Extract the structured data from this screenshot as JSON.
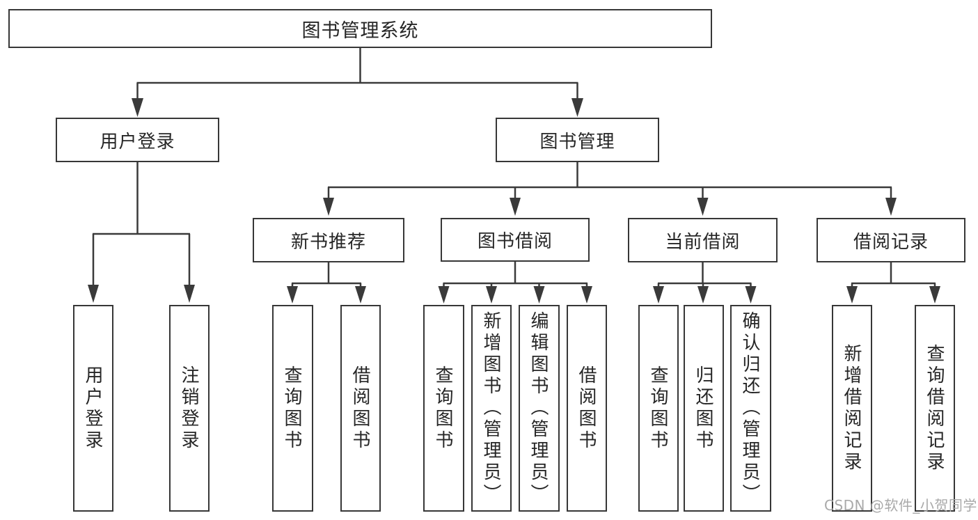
{
  "diagram_type": "hierarchy-tree",
  "tree": {
    "label": "图书管理系统",
    "children": [
      {
        "label": "用户登录",
        "children": [
          {
            "label": "用户登录"
          },
          {
            "label": "注销登录"
          }
        ]
      },
      {
        "label": "图书管理",
        "children": [
          {
            "label": "新书推荐",
            "children": [
              {
                "label": "查询图书"
              },
              {
                "label": "借阅图书"
              }
            ]
          },
          {
            "label": "图书借阅",
            "children": [
              {
                "label": "查询图书"
              },
              {
                "label": "新增图书（管理员）"
              },
              {
                "label": "编辑图书（管理员）"
              },
              {
                "label": "借阅图书"
              }
            ]
          },
          {
            "label": "当前借阅",
            "children": [
              {
                "label": "查询图书"
              },
              {
                "label": "归还图书"
              },
              {
                "label": "确认归还（管理员）"
              }
            ]
          },
          {
            "label": "借阅记录",
            "children": [
              {
                "label": "新增借阅记录"
              },
              {
                "label": "查询借阅记录"
              }
            ]
          }
        ]
      }
    ]
  },
  "watermark": {
    "text": "CSDN @软件_小贺同学"
  },
  "colors": {
    "line": "#3a3a3a",
    "box_border": "#373737",
    "box_fill": "#ffffff",
    "text": "#262626",
    "watermark": "#a9a9a9",
    "background": "#ffffff"
  }
}
